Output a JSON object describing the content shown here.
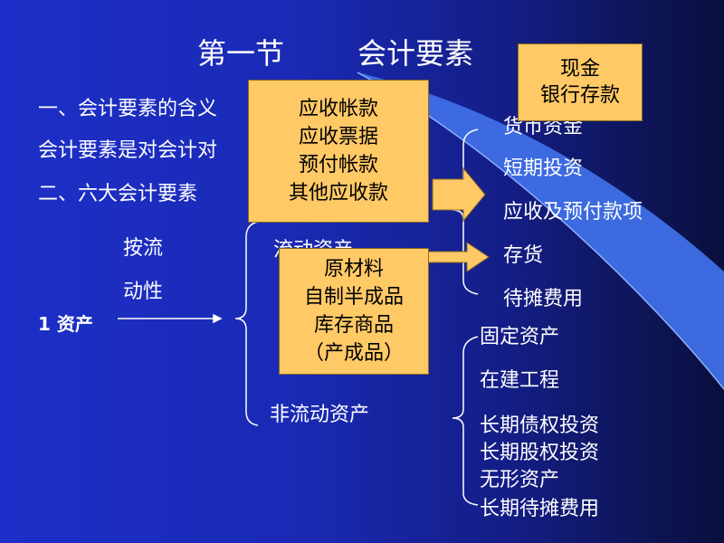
{
  "title": {
    "part1": "第一节",
    "part2": "会计要素"
  },
  "lines": {
    "l1": "一、会计要素的含义",
    "l2": "会计要素是对会计对",
    "l3": "二、六大会计要素"
  },
  "classify": {
    "a": "按流",
    "b": "动性"
  },
  "asset_label": "1 资产",
  "categories": {
    "current": "流动资产",
    "noncurrent": "非流动资产"
  },
  "current_items": [
    "货币资金",
    "短期投资",
    "应收及预付款项",
    "存货",
    "待摊费用"
  ],
  "noncurrent_items": [
    "固定资产",
    "在建工程",
    "长期债权投资",
    "长期股权投资",
    "无形资产",
    "长期待摊费用"
  ],
  "box_cash": [
    "现金",
    "银行存款"
  ],
  "box_receivables": [
    "应收帐款",
    "应收票据",
    "预付帐款",
    "其他应收款"
  ],
  "box_inventory": [
    "原材料",
    "自制半成品",
    "库存商品",
    "（产成品）"
  ],
  "colors": {
    "box": "#ffc966",
    "arc": "#3f6fe6",
    "bg": "#1d2fc8"
  }
}
